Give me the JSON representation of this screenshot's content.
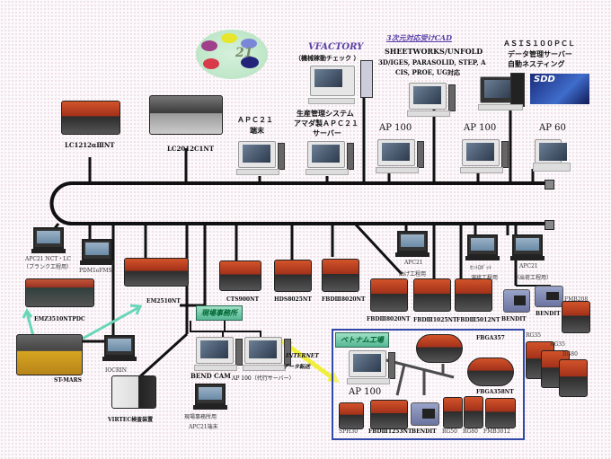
{
  "diagram": {
    "title_logo": "21",
    "top_devices": [
      {
        "id": "lc1212",
        "label": "LC1212αⅢNT"
      },
      {
        "id": "lc2012",
        "label": "LC2012C1NT"
      },
      {
        "id": "apc21-term",
        "label_lines": [
          "ＡＰＣ２１",
          "端末"
        ]
      },
      {
        "id": "apc21-server",
        "label_lines": [
          "生産管理システム",
          "アマダ製ＡＰＣ２１",
          "サーバー"
        ]
      },
      {
        "id": "vfactory",
        "title": "VFACTORY",
        "subtitle": "（機械稼動チェック ）"
      },
      {
        "id": "cad",
        "title": "3次元対応受けCAD",
        "lines": [
          "SHEETWORKS/UNFOLD",
          "3D/IGES, PARASOLID, STEP, A",
          "CIS, PROE, UG対応"
        ]
      },
      {
        "id": "ap100-a",
        "label": "AP 100"
      },
      {
        "id": "ap100-b",
        "label": "AP 100"
      },
      {
        "id": "asis",
        "lines": [
          "ＡＳＩＳ１００ＰＣＬ",
          "データ管理サーバー",
          "自動ネスティング"
        ],
        "badge": "SDD"
      },
      {
        "id": "ap60",
        "label": "AP 60"
      }
    ],
    "bottom_devices": [
      {
        "id": "apc21-nct",
        "lines": [
          "APC21 NCT・LC",
          "（ブランク工程用）"
        ]
      },
      {
        "id": "pdm",
        "label": "PDM1eFMS"
      },
      {
        "id": "emz",
        "label": "EMZ3510NTPDC"
      },
      {
        "id": "em",
        "label": "EM2510NT"
      },
      {
        "id": "stmars",
        "label": "ST-MARS"
      },
      {
        "id": "iocrin",
        "label": "IOCRIN"
      },
      {
        "id": "virtec",
        "label": "VIRTEC検査装置"
      },
      {
        "id": "ct",
        "label": "CTS900NT"
      },
      {
        "id": "hds",
        "label": "HDS8025NT"
      },
      {
        "id": "fbd8020-a",
        "label": "FBDⅢ8020NT"
      },
      {
        "id": "fbd8020-b",
        "label": "FBDⅢ8020NT"
      },
      {
        "id": "fbd1025",
        "label": "FBDⅢ1025NT"
      },
      {
        "id": "fbd5012",
        "label": "FBDⅢ5012NT"
      },
      {
        "id": "apc21-bend",
        "lines": [
          "APC21",
          "曲げ工程用"
        ]
      },
      {
        "id": "robot",
        "lines": [
          "ｾﾝﾄﾛﾎﾞｯﾄ",
          "溶接工程用"
        ]
      },
      {
        "id": "apc21-ship",
        "lines": [
          "APC21",
          "（出荷工程用）"
        ]
      },
      {
        "id": "bendit-a",
        "label": "BENDIT"
      },
      {
        "id": "bendit-b",
        "label": "BENDIT"
      },
      {
        "id": "fmb",
        "label": "FMB208"
      },
      {
        "id": "rg35-a",
        "label": "RG35"
      },
      {
        "id": "rg35-b",
        "label": "RG35"
      },
      {
        "id": "rg80",
        "label": "RG80"
      },
      {
        "id": "bendcam",
        "label": "BEND CAM"
      },
      {
        "id": "ap100-proxy",
        "label": "AP 100（代行サーバー）"
      },
      {
        "id": "site-apc21",
        "lines": [
          "現場事務所用",
          "APC21端末"
        ]
      }
    ],
    "site_office": {
      "label": "現場事務所"
    },
    "internet": {
      "lines": [
        "INTERNET",
        "データ転送"
      ]
    },
    "vietnam": {
      "label": "ベトナム工場",
      "pc_label": "AP 100",
      "machines": [
        {
          "id": "fbga357",
          "label": "FBGA357"
        },
        {
          "id": "fbga358",
          "label": "FBGA358NT"
        },
        {
          "id": "sph",
          "label": "SPH30"
        },
        {
          "id": "fbd1253",
          "label": "FBDⅢ1253NT"
        },
        {
          "id": "bendit-v",
          "label": "BENDIT"
        },
        {
          "id": "rg50",
          "label": "RG50"
        },
        {
          "id": "rg80v",
          "label": "RG80"
        },
        {
          "id": "fmb3012",
          "label": "FMB3012"
        }
      ]
    }
  }
}
